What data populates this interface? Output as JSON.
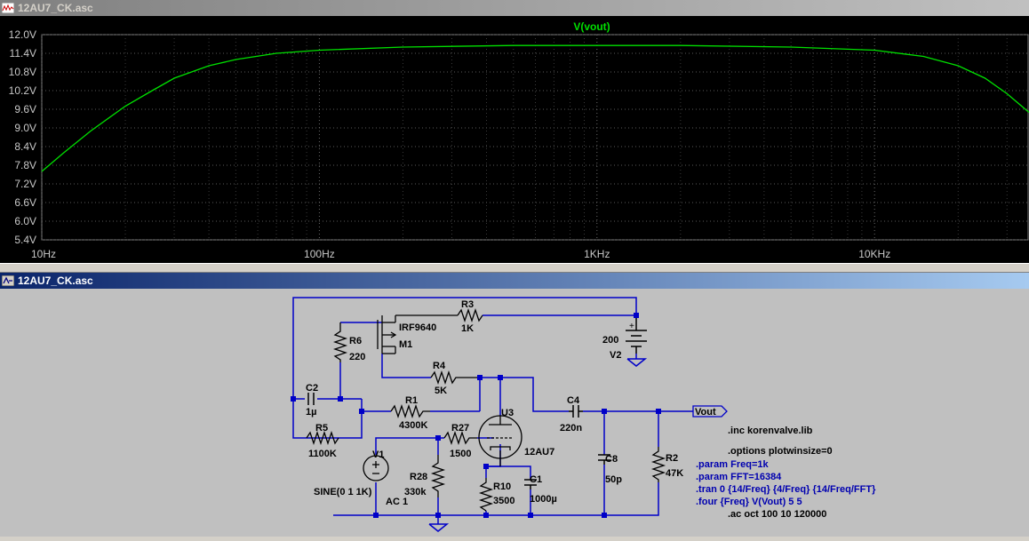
{
  "plot_window": {
    "title": "12AU7_CK.asc",
    "trace_label": "V(vout)"
  },
  "schematic_window": {
    "title": "12AU7_CK.asc"
  },
  "colors": {
    "trace": "#00e000",
    "wire": "#0000c8",
    "plot_bg": "#000000",
    "schematic_bg": "#c0c0c0",
    "directive": "#0000b0"
  },
  "chart_data": {
    "type": "line",
    "xscale": "log",
    "x_ticks": [
      "10Hz",
      "100Hz",
      "1KHz",
      "10KHz"
    ],
    "y_ticks": [
      "12.0V",
      "11.4V",
      "10.8V",
      "10.2V",
      "9.6V",
      "9.0V",
      "8.4V",
      "7.8V",
      "7.2V",
      "6.6V",
      "6.0V",
      "5.4V"
    ],
    "ylim": [
      5.4,
      12.0
    ],
    "xlim": [
      10,
      36000
    ],
    "grid": true,
    "series": [
      {
        "name": "V(vout)",
        "x": [
          10,
          12,
          15,
          20,
          25,
          30,
          40,
          50,
          70,
          100,
          200,
          500,
          1000,
          2000,
          5000,
          10000,
          15000,
          20000,
          25000,
          30000,
          36000
        ],
        "y": [
          7.6,
          8.2,
          8.9,
          9.7,
          10.2,
          10.6,
          11.0,
          11.2,
          11.4,
          11.5,
          11.6,
          11.65,
          11.65,
          11.65,
          11.6,
          11.5,
          11.3,
          11.0,
          10.6,
          10.1,
          9.5
        ]
      }
    ]
  },
  "components": {
    "R3": {
      "ref": "R3",
      "value": "1K"
    },
    "M1": {
      "part": "IRF9640",
      "ref": "M1"
    },
    "R6": {
      "ref": "R6",
      "value": "220"
    },
    "V2": {
      "value": "200",
      "ref": "V2"
    },
    "R4": {
      "ref": "R4",
      "value": "5K"
    },
    "C2": {
      "ref": "C2",
      "value": "1µ"
    },
    "R1": {
      "ref": "R1",
      "value": "4300K"
    },
    "U3": {
      "ref": "U3",
      "part": "12AU7"
    },
    "C4": {
      "ref": "C4",
      "value": "220n"
    },
    "R5": {
      "ref": "R5",
      "value": "1100K"
    },
    "R27": {
      "ref": "R27",
      "value": "1500"
    },
    "V1": {
      "ref": "V1",
      "value": "SINE(0 1 1K)",
      "ac": "AC 1"
    },
    "R28": {
      "ref": "R28",
      "value": "330k"
    },
    "R10": {
      "ref": "R10",
      "value": "3500"
    },
    "C1": {
      "ref": "C1",
      "value": "1000µ"
    },
    "C8": {
      "ref": "C8",
      "value": "50p"
    },
    "R2": {
      "ref": "R2",
      "value": "47K"
    },
    "vout": "Vout"
  },
  "directives": {
    "comment1": ".inc korenvalve.lib",
    "comment2": ".options plotwinsize=0",
    "param1": ".param Freq=1k",
    "param2": ".param FFT=16384",
    "tran": ".tran 0 {14/Freq} {4/Freq} {14/Freq/FFT}",
    "four": ".four {Freq} V(Vout) 5 5",
    "ac": ".ac oct 100 10 120000"
  }
}
